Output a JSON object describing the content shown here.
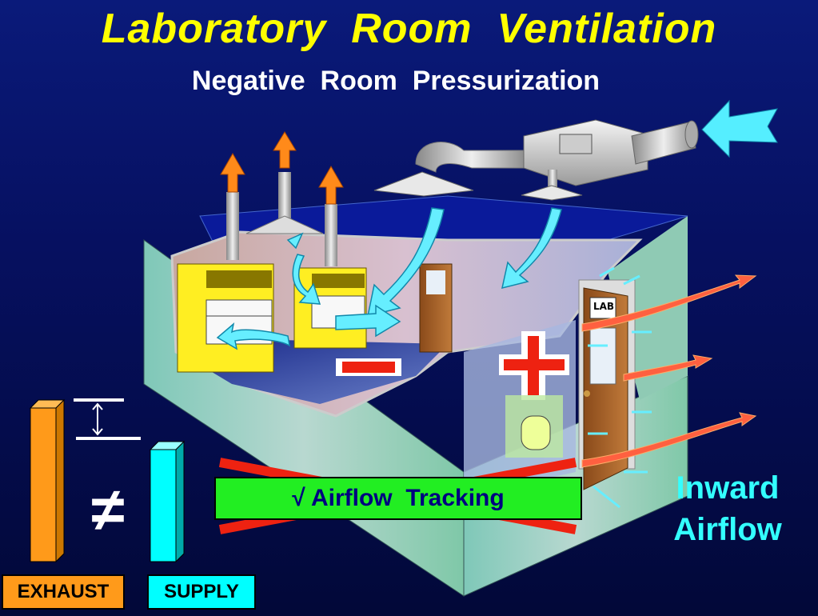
{
  "title": "Laboratory  Room  Ventilation",
  "subtitle": "Negative  Room  Pressurization",
  "labels": {
    "exhaust": "EXHAUST",
    "supply": "SUPPLY",
    "tracking": "√ Airflow  Tracking",
    "inward_line1": "Inward",
    "inward_line2": "Airflow",
    "door_sign": "LAB",
    "inequality": "≠"
  },
  "colors": {
    "title": "#ffff00",
    "exhaust": "#ff9a1a",
    "supply": "#00ffff",
    "tracking_box": "#22ee22",
    "negative_sign": "#ee2211",
    "positive_sign": "#ee2211",
    "inward_text": "#33ffff",
    "fume_hood": "#ffee22"
  },
  "icons": [
    "exhaust-arrow-icon",
    "supply-arrow-icon",
    "minus-sign-icon",
    "plus-sign-icon",
    "airflow-arrow-icon",
    "x-cross-icon"
  ]
}
